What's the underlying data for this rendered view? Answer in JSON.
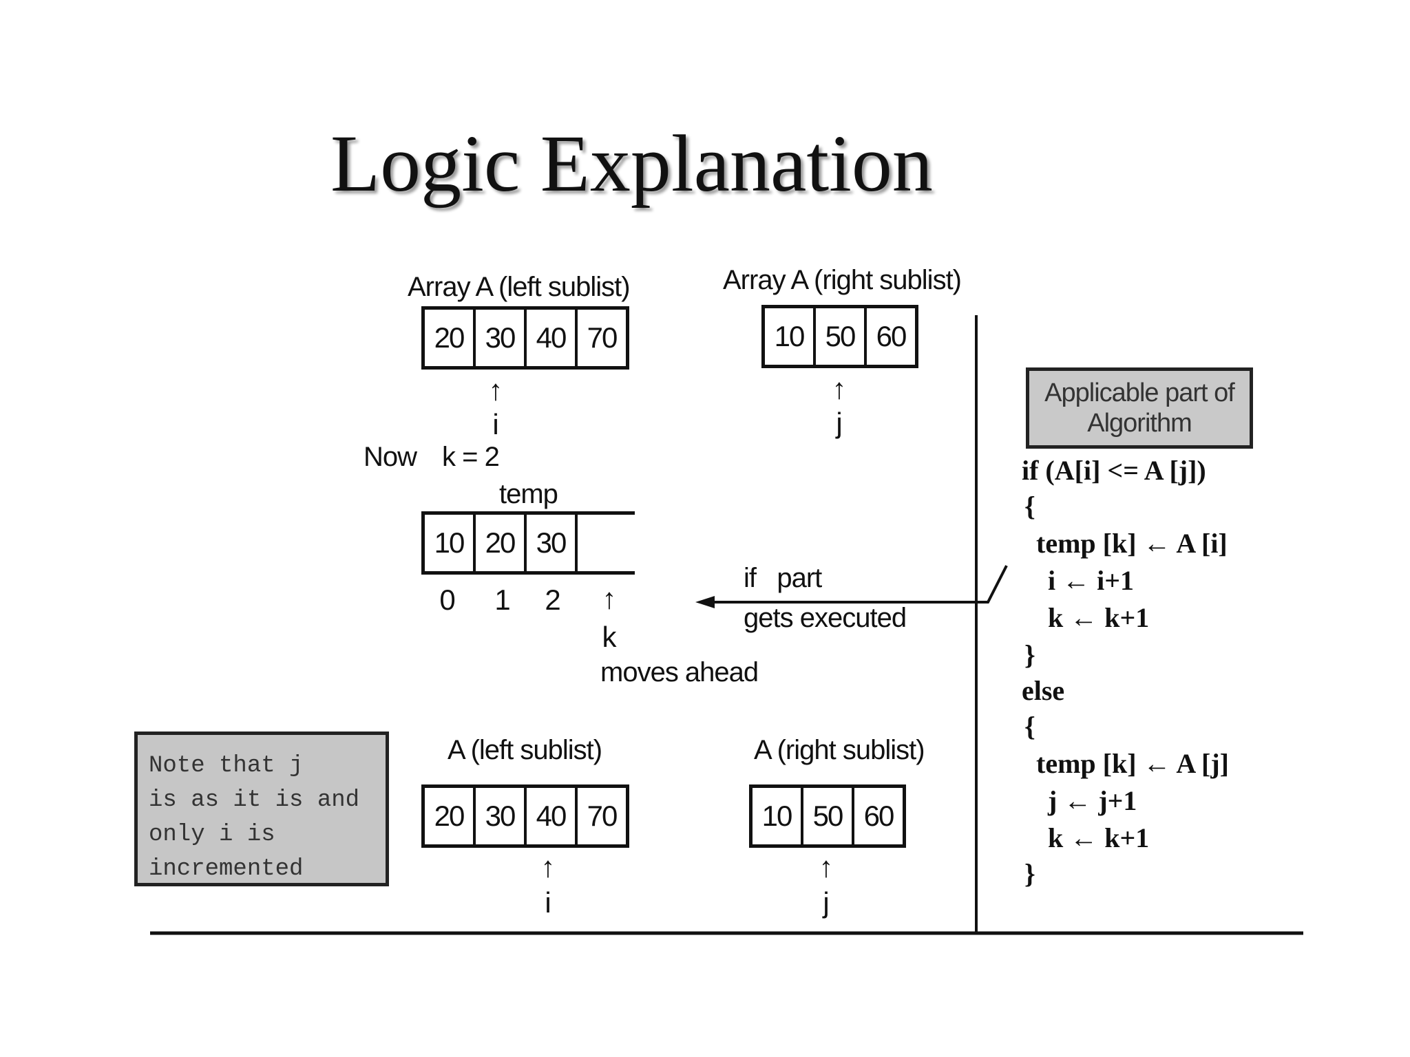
{
  "title": "Logic Explanation",
  "top": {
    "left_label": "Array A (left sublist)",
    "left_values": [
      "20",
      "30",
      "40",
      "70"
    ],
    "left_pointer": "i",
    "right_label": "Array A (right sublist)",
    "right_values": [
      "10",
      "50",
      "60"
    ],
    "right_pointer": "j"
  },
  "now_text": "Now",
  "k_text": "k = 2",
  "temp": {
    "label": "temp",
    "values": [
      "10",
      "20",
      "30"
    ],
    "indices": [
      "0",
      "1",
      "2"
    ],
    "pointer": "k",
    "moves_text": "moves ahead"
  },
  "if_part_text": "if   part",
  "executed_text": "gets executed",
  "algorithm": {
    "box_text": "Applicable part of Algorithm",
    "code_lines": [
      "if (A[i] <= A [j])",
      "{",
      "temp [k] ← A [i]",
      "i ← i+1",
      "k ← k+1",
      "}",
      "else",
      "{",
      "temp [k] ← A [j]",
      "j ← j+1",
      "k ← k+1",
      "}"
    ]
  },
  "note_lines": [
    "Note that j",
    "is as it is and",
    "only i is",
    "incremented"
  ],
  "bottom": {
    "left_label": "A (left sublist)",
    "left_values": [
      "20",
      "30",
      "40",
      "70"
    ],
    "left_pointer": "i",
    "right_label": "A (right sublist)",
    "right_values": [
      "10",
      "50",
      "60"
    ],
    "right_pointer": "j"
  }
}
